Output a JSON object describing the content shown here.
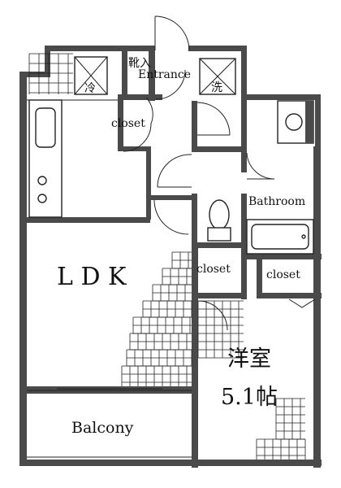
{
  "labels": {
    "shoe_box": "靴入",
    "entrance": "Entrance",
    "closet_entry": "closet",
    "bathroom": "Bathroom",
    "ldk": "L D K",
    "closet_center": "closet",
    "closet_right": "closet",
    "western_room": "洋室",
    "western_room_size": "5.1帖",
    "balcony": "Balcony",
    "fridge_mark": "冷",
    "washer_mark": "洗"
  },
  "colors": {
    "wall": "#4a4a4a",
    "line": "#222222",
    "background": "#ffffff"
  }
}
